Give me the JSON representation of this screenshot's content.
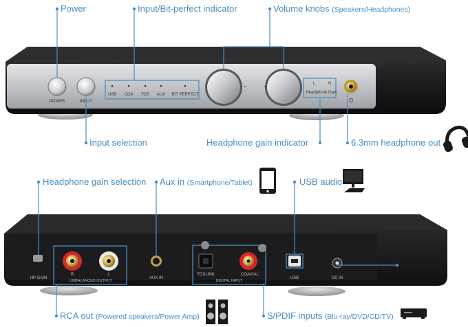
{
  "front_panel": {
    "buttons": [
      {
        "label": "POWER"
      },
      {
        "label": "INPUT"
      }
    ],
    "inputs": [
      "USB",
      "COA",
      "TOS",
      "AUX",
      "BIT PERFECT"
    ],
    "gain_label": "Headphone Gain",
    "gain_marks": [
      "L",
      "H"
    ],
    "phones_glyph": "Ω"
  },
  "back_panel": {
    "hp_gain": "HP GAIN",
    "rca_channels": [
      "R",
      "L"
    ],
    "rca_label": "UNBALANCED OUTPUT",
    "aux_in": "AUX IN",
    "toslink": "TOSLINK",
    "coaxial": "COAXIAL",
    "digital_label": "DIGITAL INPUT",
    "usb": "USB",
    "dc_in": "DC IN"
  },
  "callouts": {
    "power": {
      "text": "Power",
      "sub": ""
    },
    "input_indicator": {
      "text": "Input/Bit-perfect indicator",
      "sub": ""
    },
    "volume": {
      "text": "Volume knobs",
      "sub": "(Speakers/Headphones)"
    },
    "input_selection": {
      "text": "Input selection",
      "sub": ""
    },
    "gain_indicator": {
      "text": "Headphone gain indicator",
      "sub": ""
    },
    "headphone_out": {
      "text": "6.3mm headphone out",
      "sub": ""
    },
    "gain_selection": {
      "text": "Headphone gain selection",
      "sub": ""
    },
    "aux_in": {
      "text": "Aux in",
      "sub": "(Smartphone/Tablet)"
    },
    "usb_audio": {
      "text": "USB audio",
      "sub": ""
    },
    "rca_out": {
      "text": "RCA out",
      "sub": "(Powered speakers/Power Amp)"
    },
    "spdif": {
      "text": "S/PDIF inputs",
      "sub": "(Blu-ray/DVD/CD/TV)"
    }
  },
  "colors": {
    "accent": "#4a8ec4",
    "chassis": "#1b1b1d",
    "faceplate": "#c6c8cb",
    "rca_red": "#d8252b",
    "rca_white": "#ece9e2"
  },
  "icons": [
    "headphones-icon",
    "smartphone-icon",
    "monitor-icon",
    "speakers-icon",
    "media-player-icon"
  ]
}
